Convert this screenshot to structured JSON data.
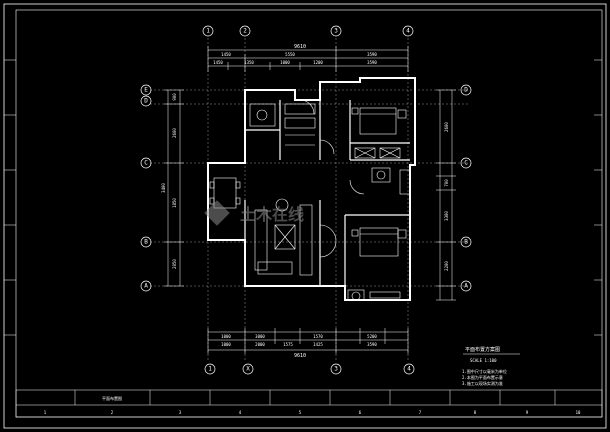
{
  "drawing": {
    "title": "平面布置方案图",
    "subtitle": "SCALE 1:100",
    "watermark": "土木在线",
    "notes": [
      "1.图中尺寸以毫米为单位",
      "2.本图为平面布置示意",
      "3.施工以现场实测为准"
    ]
  },
  "axes": {
    "top": [
      "1",
      "2",
      "3",
      "4"
    ],
    "bottom": [
      "1",
      "X",
      "3",
      "4"
    ],
    "left": [
      "E",
      "D",
      "C",
      "B",
      "A"
    ],
    "right": [
      "D",
      "C",
      "B",
      "A"
    ]
  },
  "dimensions": {
    "top_total": "9610",
    "top_row1": [
      "1450",
      "5550",
      "3590"
    ],
    "top_row2": [
      "1450",
      "1350",
      "1000",
      "1200",
      "3590"
    ],
    "bottom_total": "9610",
    "bottom_row1": [
      "1000",
      "3000",
      "1570",
      "5200"
    ],
    "bottom_row2": [
      "1000",
      "2000",
      "1575",
      "1425",
      "3590"
    ],
    "left": [
      "900",
      "2600",
      "3400",
      "1850",
      "2050"
    ],
    "right": [
      "2600",
      "700",
      "3300",
      "2200"
    ]
  },
  "title_block": {
    "cells": [
      "",
      "",
      "平面布置图",
      "",
      "",
      "",
      "",
      "",
      "",
      ""
    ],
    "numbers": [
      "1",
      "2",
      "3",
      "4",
      "5",
      "6",
      "7",
      "8",
      "9",
      "10"
    ]
  }
}
